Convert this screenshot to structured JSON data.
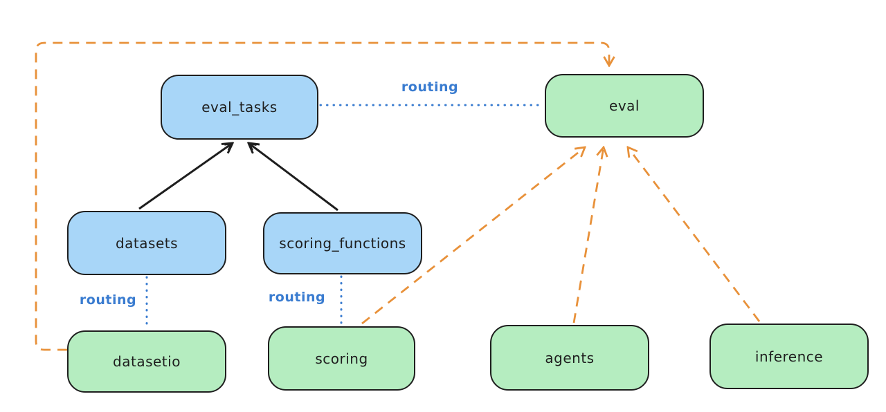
{
  "diagram": {
    "nodes": [
      {
        "id": "eval_tasks",
        "label": "eval_tasks",
        "fill": "blue"
      },
      {
        "id": "eval",
        "label": "eval",
        "fill": "green"
      },
      {
        "id": "datasets",
        "label": "datasets",
        "fill": "blue"
      },
      {
        "id": "scoring_functions",
        "label": "scoring_functions",
        "fill": "blue"
      },
      {
        "id": "datasetio",
        "label": "datasetio",
        "fill": "green"
      },
      {
        "id": "scoring",
        "label": "scoring",
        "fill": "green"
      },
      {
        "id": "agents",
        "label": "agents",
        "fill": "green"
      },
      {
        "id": "inference",
        "label": "inference",
        "fill": "green"
      }
    ],
    "edge_labels": [
      {
        "text": "routing"
      },
      {
        "text": "routing"
      },
      {
        "text": "routing"
      }
    ],
    "edges": [
      {
        "from": "datasets",
        "to": "eval_tasks",
        "style": "solid-black-arrow"
      },
      {
        "from": "scoring_functions",
        "to": "eval_tasks",
        "style": "solid-black-arrow"
      },
      {
        "from": "eval_tasks",
        "to": "eval",
        "style": "dotted-blue",
        "label": "routing"
      },
      {
        "from": "datasets",
        "to": "datasetio",
        "style": "dotted-blue",
        "label": "routing"
      },
      {
        "from": "scoring_functions",
        "to": "scoring",
        "style": "dotted-blue",
        "label": "routing"
      },
      {
        "from": "datasetio",
        "to": "eval",
        "style": "dashed-orange-arrow"
      },
      {
        "from": "scoring",
        "to": "eval",
        "style": "dashed-orange-arrow"
      },
      {
        "from": "agents",
        "to": "eval",
        "style": "dashed-orange-arrow"
      },
      {
        "from": "inference",
        "to": "eval",
        "style": "dashed-orange-arrow"
      }
    ],
    "colors": {
      "background": "#ffffff",
      "box_border": "#1e1e1e",
      "blue_fill": "#a8d6f8",
      "green_fill": "#b5edc0",
      "routing_text": "#3a7cd0",
      "orange": "#e8913a",
      "black": "#1e1e1e"
    }
  }
}
